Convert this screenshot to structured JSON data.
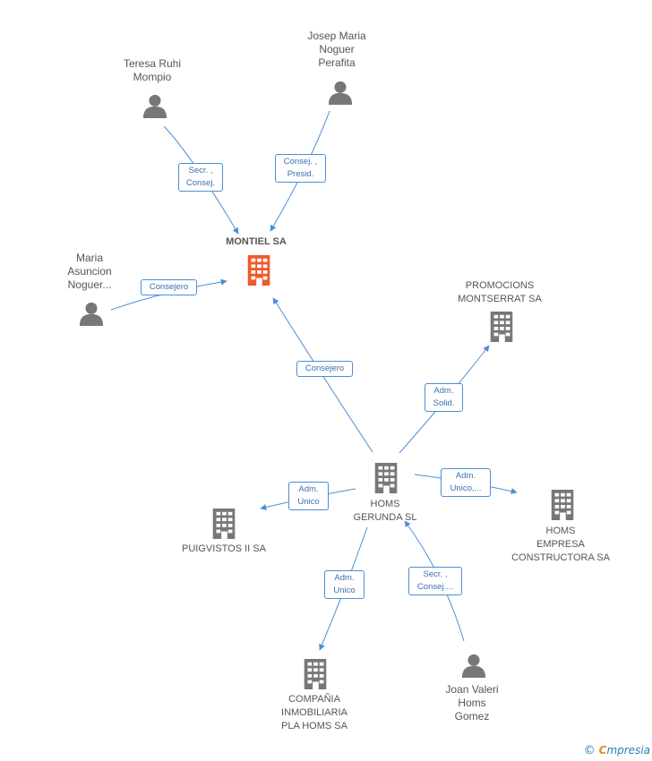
{
  "colors": {
    "edge": "#4a8fd6",
    "node_gray": "#777777",
    "node_highlight": "#f05a2a"
  },
  "nodes": {
    "montiel": {
      "label": "MONTIEL SA",
      "icon": "building-icon",
      "highlight": true
    },
    "homs_gerunda": {
      "label_lines": [
        "HOMS",
        "GERUNDA SL"
      ],
      "icon": "building-icon"
    },
    "promocions": {
      "label_lines": [
        "PROMOCIONS",
        "MONTSERRAT SA"
      ],
      "icon": "building-icon"
    },
    "homs_empresa": {
      "label_lines": [
        "HOMS",
        "EMPRESA",
        "CONSTRUCTORA SA"
      ],
      "icon": "building-icon"
    },
    "puigvistos": {
      "label": "PUIGVISTOS II SA",
      "icon": "building-icon"
    },
    "compania": {
      "label_lines": [
        "COMPAÑIA",
        "INMOBILIARIA",
        "PLA HOMS SA"
      ],
      "icon": "building-icon"
    },
    "teresa": {
      "label_lines": [
        "Teresa Ruhi",
        "Mompio"
      ],
      "icon": "person-icon"
    },
    "josep": {
      "label_lines": [
        "Josep Maria",
        "Noguer",
        "Perafita"
      ],
      "icon": "person-icon"
    },
    "maria": {
      "label_lines": [
        "Maria",
        "Asuncion",
        "Noguer..."
      ],
      "icon": "person-icon"
    },
    "joan": {
      "label_lines": [
        "Joan Valeri",
        "Homs",
        "Gomez"
      ],
      "icon": "person-icon"
    }
  },
  "edges": {
    "teresa_montiel": {
      "lines": [
        "Secr. ,",
        "Consej."
      ]
    },
    "josep_montiel": {
      "lines": [
        "Consej. ,",
        "Presid."
      ]
    },
    "maria_montiel": {
      "lines": [
        "Consejero"
      ]
    },
    "homs_montiel": {
      "lines": [
        "Consejero"
      ]
    },
    "homs_promocions": {
      "lines": [
        "Adm.",
        "Solid."
      ]
    },
    "homs_empresa": {
      "lines": [
        "Adm.",
        "Unico,..."
      ]
    },
    "homs_puigvistos": {
      "lines": [
        "Adm.",
        "Unico"
      ]
    },
    "homs_compania": {
      "lines": [
        "Adm.",
        "Unico"
      ]
    },
    "joan_homs": {
      "lines": [
        "Secr. ,",
        "Consej...."
      ]
    }
  },
  "watermark": {
    "copyright": "©",
    "brand_first": "C",
    "brand_rest": "mpresia"
  }
}
